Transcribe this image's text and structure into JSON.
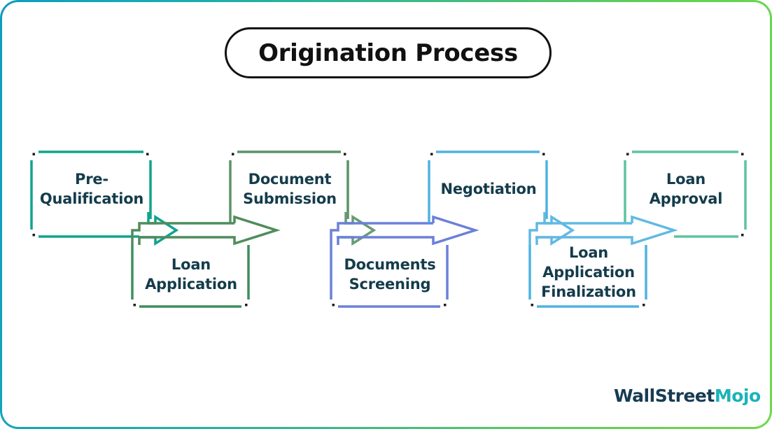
{
  "frame": {
    "gradient_start": "#0f9cbd",
    "gradient_end": "#6ed94c"
  },
  "title": {
    "text": "Origination Process",
    "color": "#111111"
  },
  "theme": {
    "label_color": "#143c4b",
    "background": "#ffffff"
  },
  "chart_data": {
    "type": "diagram",
    "title": "Origination Process",
    "layout": "horizontal-zigzag-flow",
    "node_count": 7,
    "nodes": [
      {
        "id": "pre-qualification",
        "label": "Pre-\nQualification",
        "row": "top",
        "order": 1,
        "color": "#10a38e"
      },
      {
        "id": "loan-application",
        "label": "Loan\nApplication",
        "row": "bottom",
        "order": 2,
        "color": "#3f8e5e"
      },
      {
        "id": "document-submission",
        "label": "Document\nSubmission",
        "row": "top",
        "order": 3,
        "color": "#5a9468"
      },
      {
        "id": "documents-screening",
        "label": "Documents\nScreening",
        "row": "bottom",
        "order": 4,
        "color": "#6b80d8"
      },
      {
        "id": "negotiation",
        "label": "Negotiation",
        "row": "top",
        "order": 5,
        "color": "#4fb3e0"
      },
      {
        "id": "loan-application-finalization",
        "label": "Loan\nApplication\nFinalization",
        "row": "bottom",
        "order": 6,
        "color": "#4fb3e0"
      },
      {
        "id": "loan-approval",
        "label": "Loan\nApproval",
        "row": "top",
        "order": 7,
        "color": "#5cc4a0"
      }
    ],
    "connectors": [
      {
        "from": "pre-qualification",
        "to": "loan-application",
        "color": "#10a38e"
      },
      {
        "from": "loan-application",
        "to": "document-submission",
        "color": "#4f8c5c"
      },
      {
        "from": "document-submission",
        "to": "documents-screening",
        "color": "#6a9b74"
      },
      {
        "from": "documents-screening",
        "to": "negotiation",
        "color": "#6b80d8"
      },
      {
        "from": "negotiation",
        "to": "loan-application-finalization",
        "color": "#62b9e3"
      },
      {
        "from": "loan-application-finalization",
        "to": "loan-approval",
        "color": "#62b9e3"
      }
    ]
  },
  "steps": [
    {
      "name": "pre-qualification",
      "label": "Pre-\nQualification"
    },
    {
      "name": "loan-application",
      "label": "Loan\nApplication"
    },
    {
      "name": "document-submission",
      "label": "Document\nSubmission"
    },
    {
      "name": "documents-screening",
      "label": "Documents\nScreening"
    },
    {
      "name": "negotiation",
      "label": "Negotiation"
    },
    {
      "name": "loan-application-finalization",
      "label": "Loan\nApplication\nFinalization"
    },
    {
      "name": "loan-approval",
      "label": "Loan\nApproval"
    }
  ],
  "logo": {
    "word_primary": "WallStreet",
    "word_accent": "Mojo",
    "mascot": "bull-with-top-hat",
    "primary_color": "#173c53",
    "accent_color": "#1bb3b9"
  }
}
